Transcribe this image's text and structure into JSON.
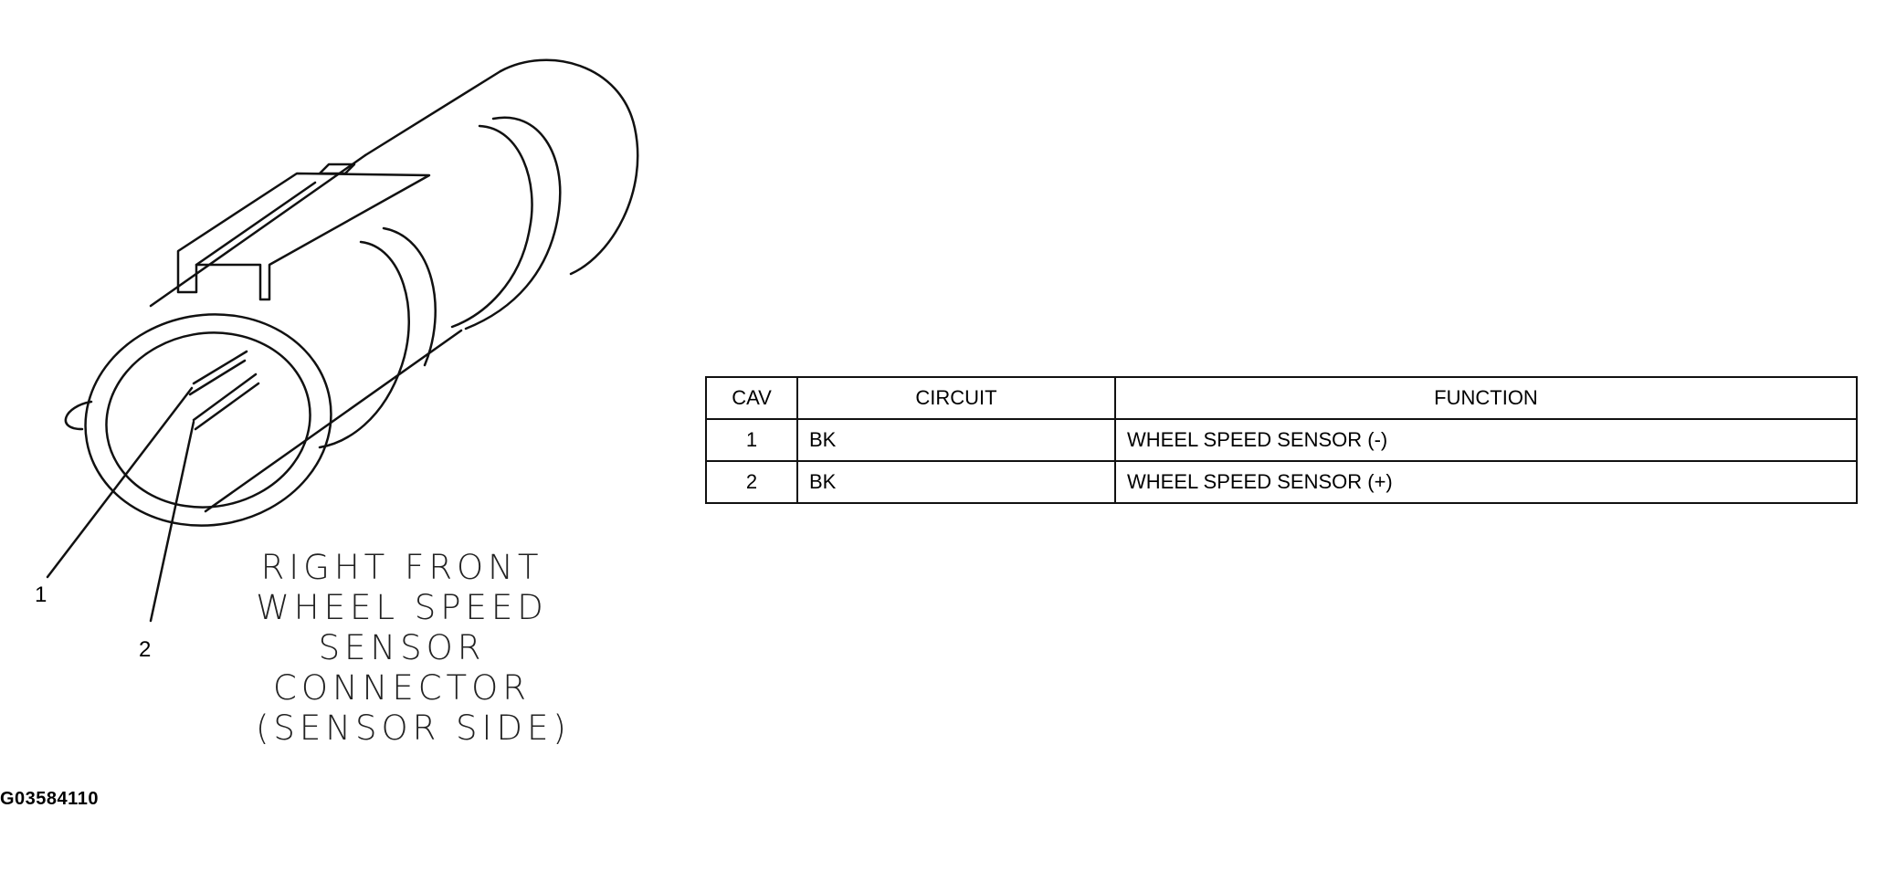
{
  "connector": {
    "pins": [
      "1",
      "2"
    ],
    "caption_lines": [
      "RIGHT FRONT",
      "WHEEL SPEED",
      "SENSOR",
      "CONNECTOR",
      "(SENSOR SIDE)"
    ]
  },
  "figure_id": "G03584110",
  "pinout_table": {
    "headers": {
      "cav": "CAV",
      "circuit": "CIRCUIT",
      "function": "FUNCTION"
    },
    "rows": [
      {
        "cav": "1",
        "circuit": "BK",
        "function": "WHEEL SPEED SENSOR (-)"
      },
      {
        "cav": "2",
        "circuit": "BK",
        "function": "WHEEL SPEED SENSOR (+)"
      }
    ]
  }
}
